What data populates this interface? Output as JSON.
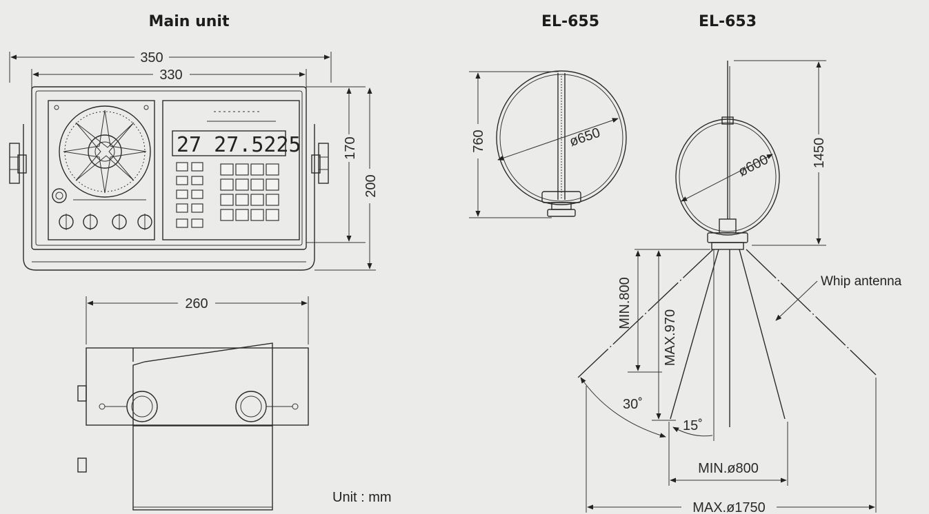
{
  "titles": {
    "main_unit": "Main unit",
    "el655": "EL-655",
    "el653": "EL-653"
  },
  "main_unit_dims": {
    "overall_width": "350",
    "panel_width": "330",
    "panel_height": "170",
    "overall_height": "200",
    "depth": "260"
  },
  "display_readout": "27 27.5225",
  "el655_dims": {
    "height": "760",
    "diameter": "ø650"
  },
  "el653_dims": {
    "height": "1450",
    "diameter": "ø600",
    "min_height": "MIN.800",
    "max_height": "MAX.970",
    "angle_large": "30˚",
    "angle_small": "15˚",
    "min_spread": "MIN.ø800",
    "max_spread": "MAX.ø1750",
    "whip_label": "Whip antenna"
  },
  "unit_note": "Unit : mm",
  "colors": {
    "background": "#ebebe9",
    "line": "#2a2a2a"
  }
}
